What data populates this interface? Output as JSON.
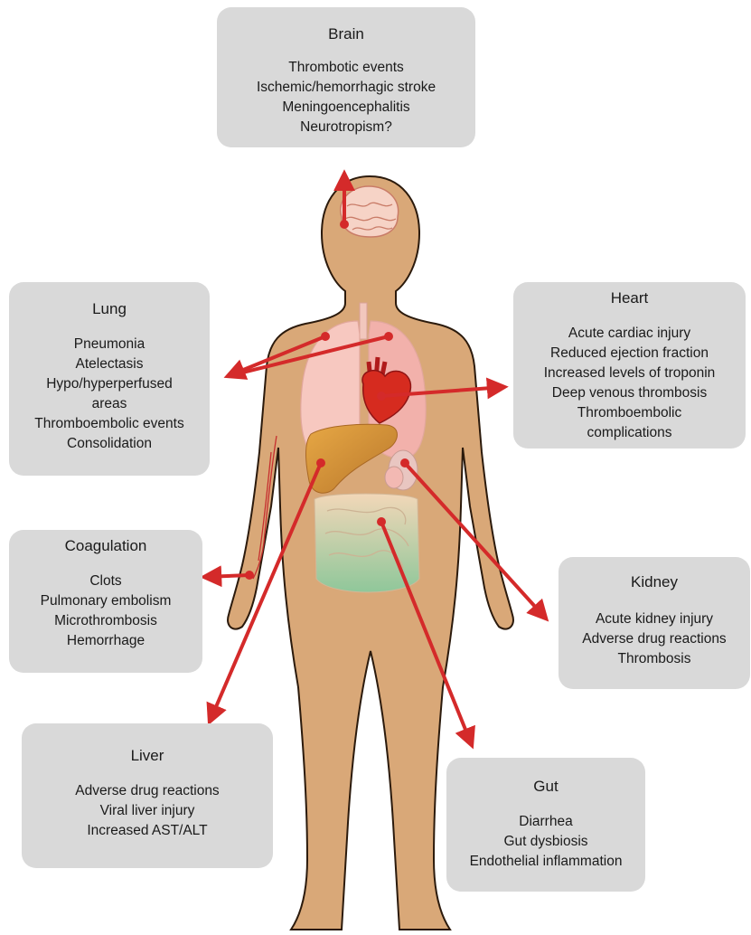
{
  "organs": {
    "brain": {
      "title": "Brain",
      "items": [
        "Thrombotic events",
        "Ischemic/hemorrhagic stroke",
        "Meningoencephalitis",
        "Neurotropism?"
      ]
    },
    "lung": {
      "title": "Lung",
      "items": [
        "Pneumonia",
        "Atelectasis",
        "Hypo/hyperperfused",
        "areas",
        "Thromboembolic events",
        "Consolidation"
      ]
    },
    "heart": {
      "title": "Heart",
      "items": [
        "Acute cardiac injury",
        "Reduced ejection fraction",
        "Increased levels of troponin",
        "Deep venous thrombosis",
        "Thromboembolic",
        "complications"
      ]
    },
    "coagulation": {
      "title": "Coagulation",
      "items": [
        "Clots",
        "Pulmonary embolism",
        "Microthrombosis",
        "Hemorrhage"
      ]
    },
    "kidney": {
      "title": "Kidney",
      "items": [
        "Acute kidney injury",
        "Adverse drug reactions",
        "Thrombosis"
      ]
    },
    "liver": {
      "title": "Liver",
      "items": [
        "Adverse drug reactions",
        "Viral liver injury",
        "Increased AST/ALT"
      ]
    },
    "gut": {
      "title": "Gut",
      "items": [
        "Diarrhea",
        "Gut dysbiosis",
        "Endothelial inflammation"
      ]
    }
  },
  "colors": {
    "skin": "#d9a878",
    "skin_outline": "#2b1a0c",
    "arrow": "#d42a2a",
    "box": "#d9d9d9"
  }
}
